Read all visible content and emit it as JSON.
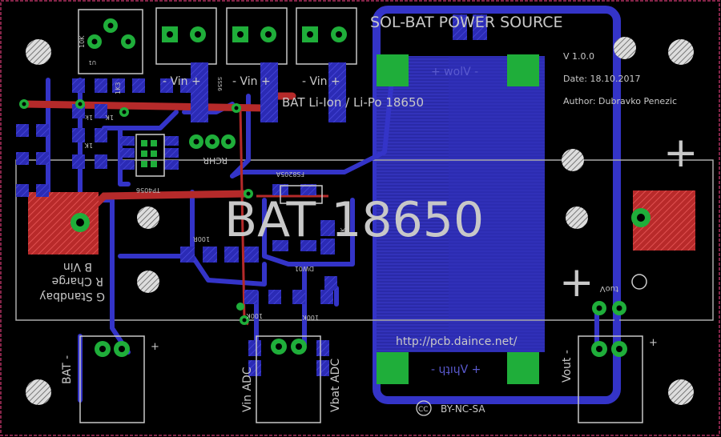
{
  "board": {
    "title": "SOL-BAT POWER SOURCE",
    "version": "V 1.0.0",
    "date": "Date: 18.10.2017",
    "author": "Author: Dubravko Penezic",
    "battery_note": "BAT Li-Ion / Li-Po 18650",
    "battery_big": "BAT 18650",
    "url": "http://pcb.daince.net/",
    "license": "BY-NC-SA",
    "cc_mark": "CC"
  },
  "labels": {
    "vin_1": "- Vin +",
    "vin_2": "- Vin +",
    "vin_3": "- Vin +",
    "volv": "+ wolV -",
    "vhigh": "- ɥʇıɥV +",
    "rchr": "RCHR",
    "tp4056": "TP4056",
    "fs8205a": "FS8205A",
    "dw01": "DW01",
    "led_b": "B Vin",
    "led_r": "R Charge",
    "led_g": "G Standbay",
    "bat_minus": "BAT -",
    "bat_plus": "+",
    "vin_adc": "Vin ADC",
    "vbat_adc": "Vbat ADC",
    "vout_minus": "Vout -",
    "vout_plus": "+",
    "vout_top": "tuoV",
    "plus_big": "+",
    "plus_big_2": "+",
    "r_1k_a": "1k",
    "r_1k_b": "1K",
    "r_1k_c": "1K",
    "r_1k_d": "1K3",
    "r_100k_a": "100K",
    "r_100k_b": "100K",
    "r_100r": "100R",
    "r_10k": "10K",
    "r_1k_e": "1K",
    "ss": "SS56",
    "ic_u": "U1"
  }
}
